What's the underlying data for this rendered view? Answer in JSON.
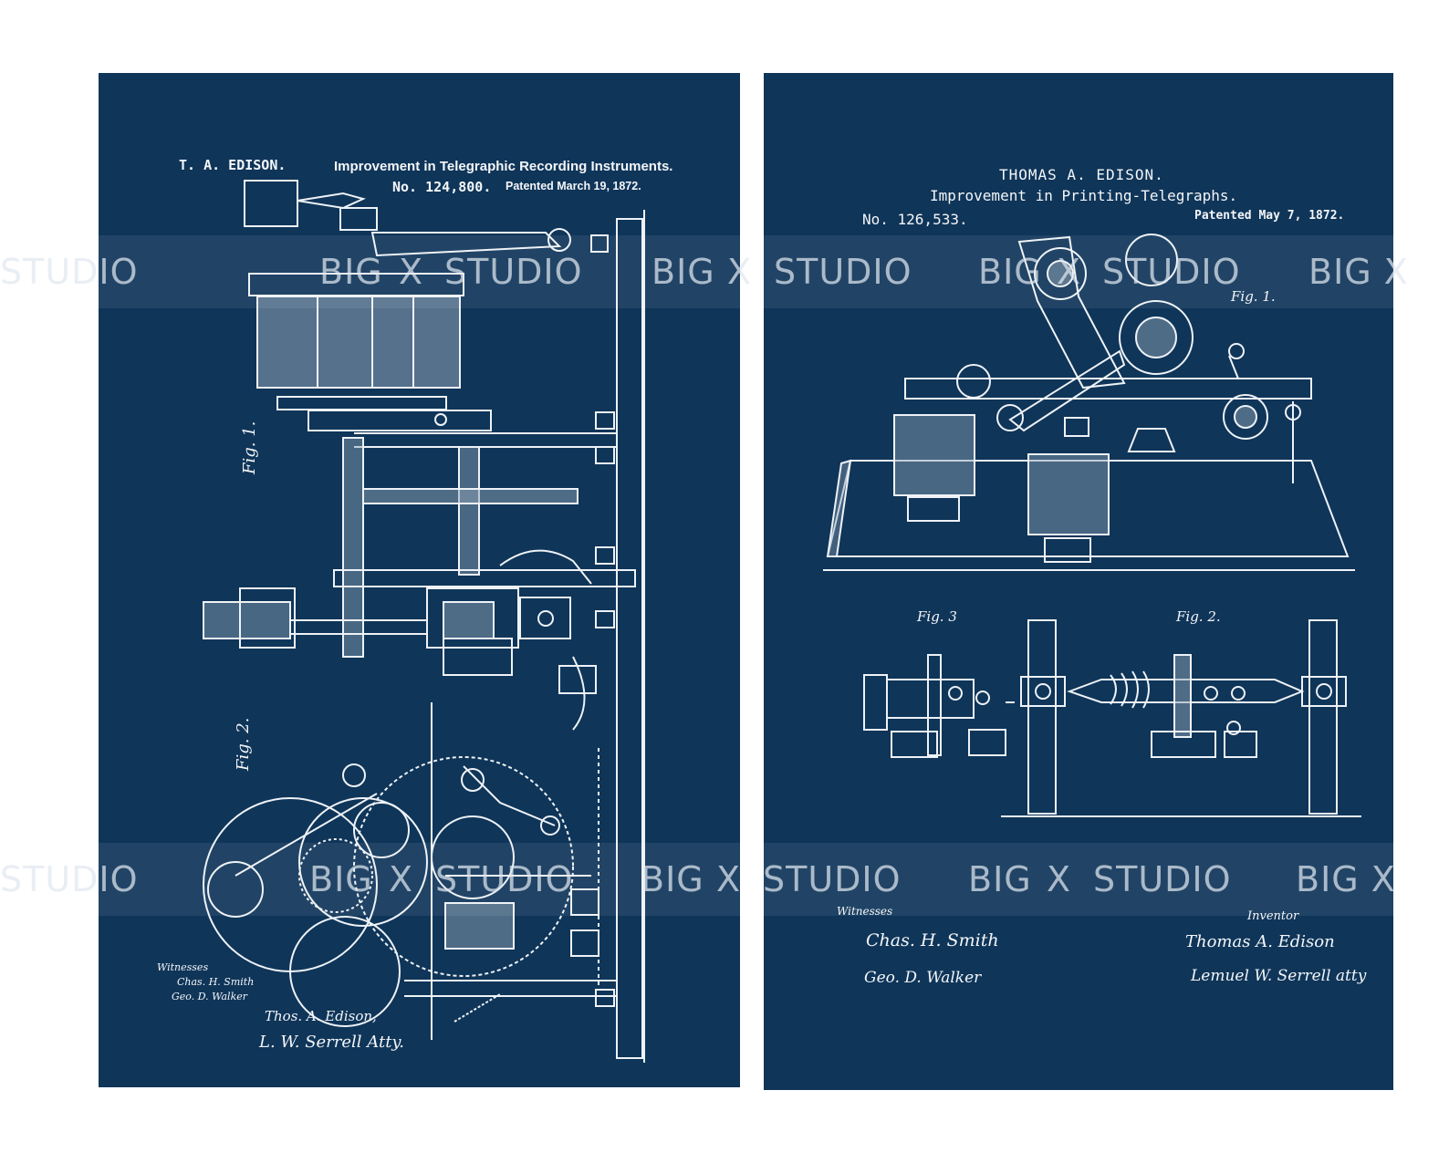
{
  "left_patent": {
    "inventor": "T. A. EDISON.",
    "title": "Improvement in Telegraphic Recording Instruments.",
    "number": "No. 124,800.",
    "date": "Patented March 19, 1872.",
    "fig1_label": "Fig. 1.",
    "fig2_label": "Fig. 2.",
    "witnesses_label": "Witnesses",
    "witness_1": "Chas. H. Smith",
    "witness_2": "Geo. D. Walker",
    "inventor_signature": "Thos. A. Edison,",
    "attorney_signature": "L. W. Serrell Atty."
  },
  "right_patent": {
    "inventor": "THOMAS A. EDISON.",
    "title": "Improvement in Printing-Telegraphs.",
    "number": "No. 126,533.",
    "date": "Patented May 7, 1872.",
    "fig1_label": "Fig. 1.",
    "fig2_label": "Fig. 2.",
    "fig3_label": "Fig. 3",
    "witnesses_label": "Witnesses",
    "witness_1": "Chas. H. Smith",
    "witness_2": "Geo. D. Walker",
    "inventor_label": "Inventor",
    "inventor_signature": "Thomas A. Edison",
    "attorney_signature": "Lemuel W. Serrell atty"
  },
  "watermark": {
    "brand": "BIG",
    "separator": "X",
    "word": "STUDIO",
    "partial_end": "BIG X"
  },
  "colors": {
    "panel_background": "#0f3559",
    "line_art": "#f4f6f8",
    "page_background": "#ffffff"
  }
}
